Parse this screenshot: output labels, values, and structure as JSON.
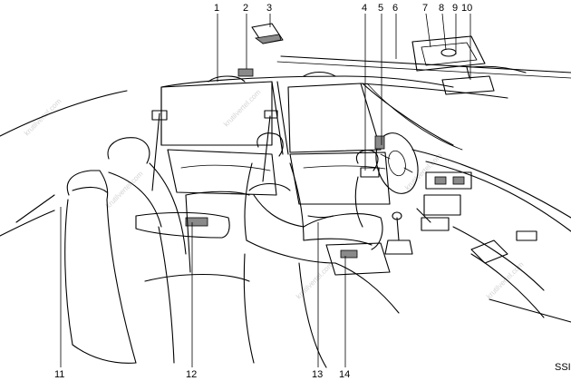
{
  "callouts": [
    "1",
    "2",
    "3",
    "4",
    "5",
    "6",
    "7",
    "8",
    "9",
    "10",
    "11",
    "12",
    "13",
    "14"
  ],
  "figure_code": "SSI",
  "watermark": "krutilvertel.com"
}
